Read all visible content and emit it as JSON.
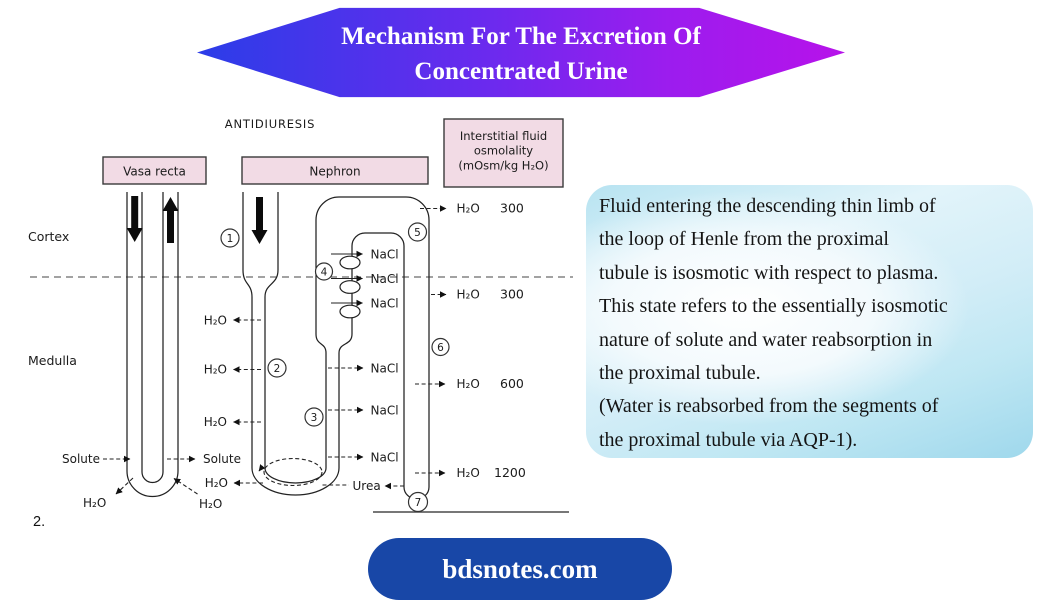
{
  "banner": {
    "title_line1": "Mechanism For The Excretion Of",
    "title_line2": "Concentrated Urine",
    "gradient_left": "#2b3de8",
    "gradient_right": "#b712ea"
  },
  "diagram": {
    "antidiuresis_label": "ANTIDIURESIS",
    "vasa_recta_label": "Vasa recta",
    "nephron_label": "Nephron",
    "interstitial_box_lines": [
      "Interstitial fluid",
      "osmolality",
      "(mOsm/kg H₂O)"
    ],
    "cortex_label": "Cortex",
    "medulla_label": "Medulla",
    "h2o": "H₂O",
    "nacl": "NaCl",
    "solute": "Solute",
    "urea": "Urea",
    "osmolality_values": [
      "300",
      "300",
      "600",
      "1200"
    ],
    "steps": [
      "1",
      "2",
      "3",
      "4",
      "5",
      "6",
      "7"
    ],
    "box_fill": "#f2dbe5"
  },
  "note": {
    "lines": [
      "Fluid entering the descending thin limb of",
      "the loop of Henle from the proximal",
      "tubule is isosmotic with respect to plasma.",
      "This state refers to the essentially isosmotic",
      "nature of solute and water reabsorption in",
      "the proximal tubule.",
      "(Water is reabsorbed from the segments of",
      "the proximal tubule via AQP-1)."
    ]
  },
  "footer": {
    "label": "bdsnotes.com",
    "bg": "#1847a7"
  },
  "page_number": "2."
}
